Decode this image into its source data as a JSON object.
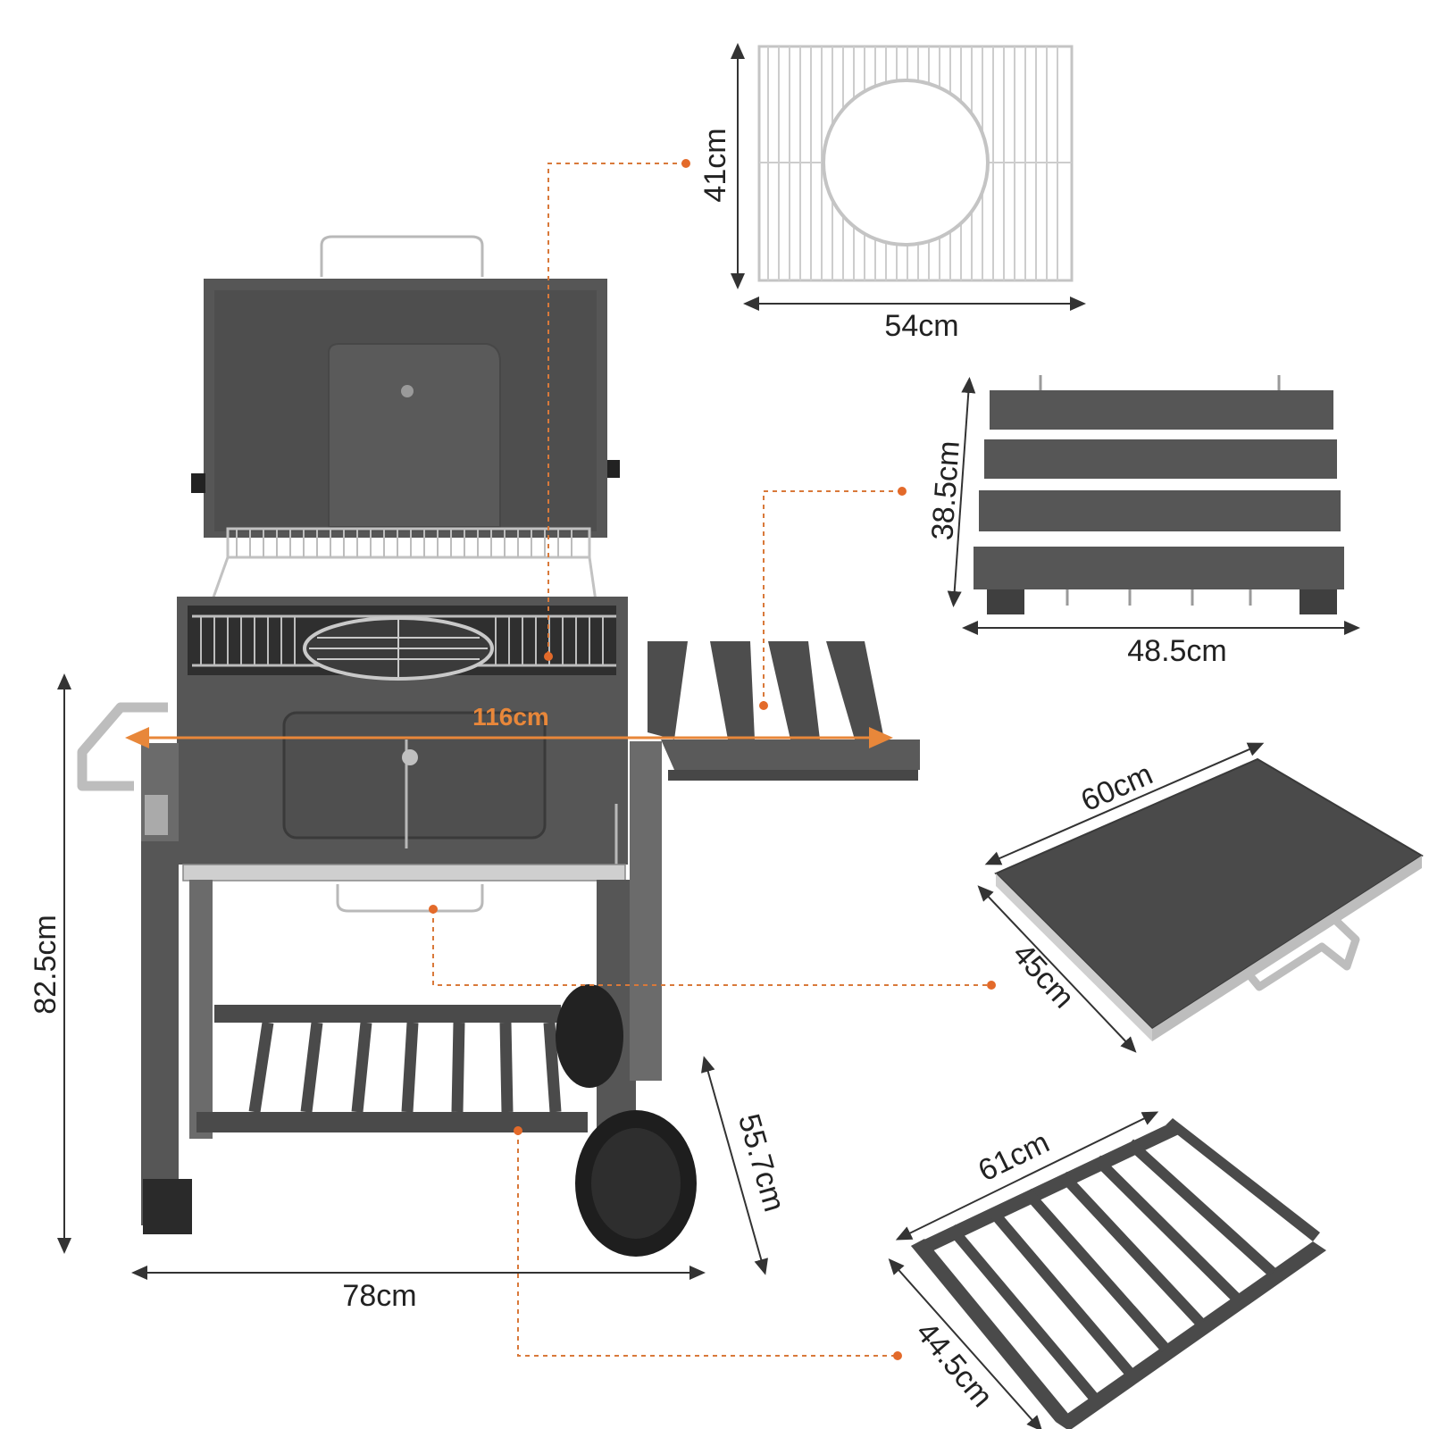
{
  "dimensions": {
    "width_total": "116cm",
    "height_total": "82.5cm",
    "depth_cart": "78cm",
    "wheel_offset": "55.7cm",
    "grill_grate_height": "41cm",
    "grill_grate_width": "54cm",
    "side_shelf_depth": "38.5cm",
    "side_shelf_width": "48.5cm",
    "ash_tray_width": "60cm",
    "ash_tray_depth": "45cm",
    "bottom_shelf_width": "61cm",
    "bottom_shelf_depth": "44.5cm"
  },
  "colors": {
    "body": "#565656",
    "accent": "#e8873a",
    "steel": "#b9b9b9"
  }
}
